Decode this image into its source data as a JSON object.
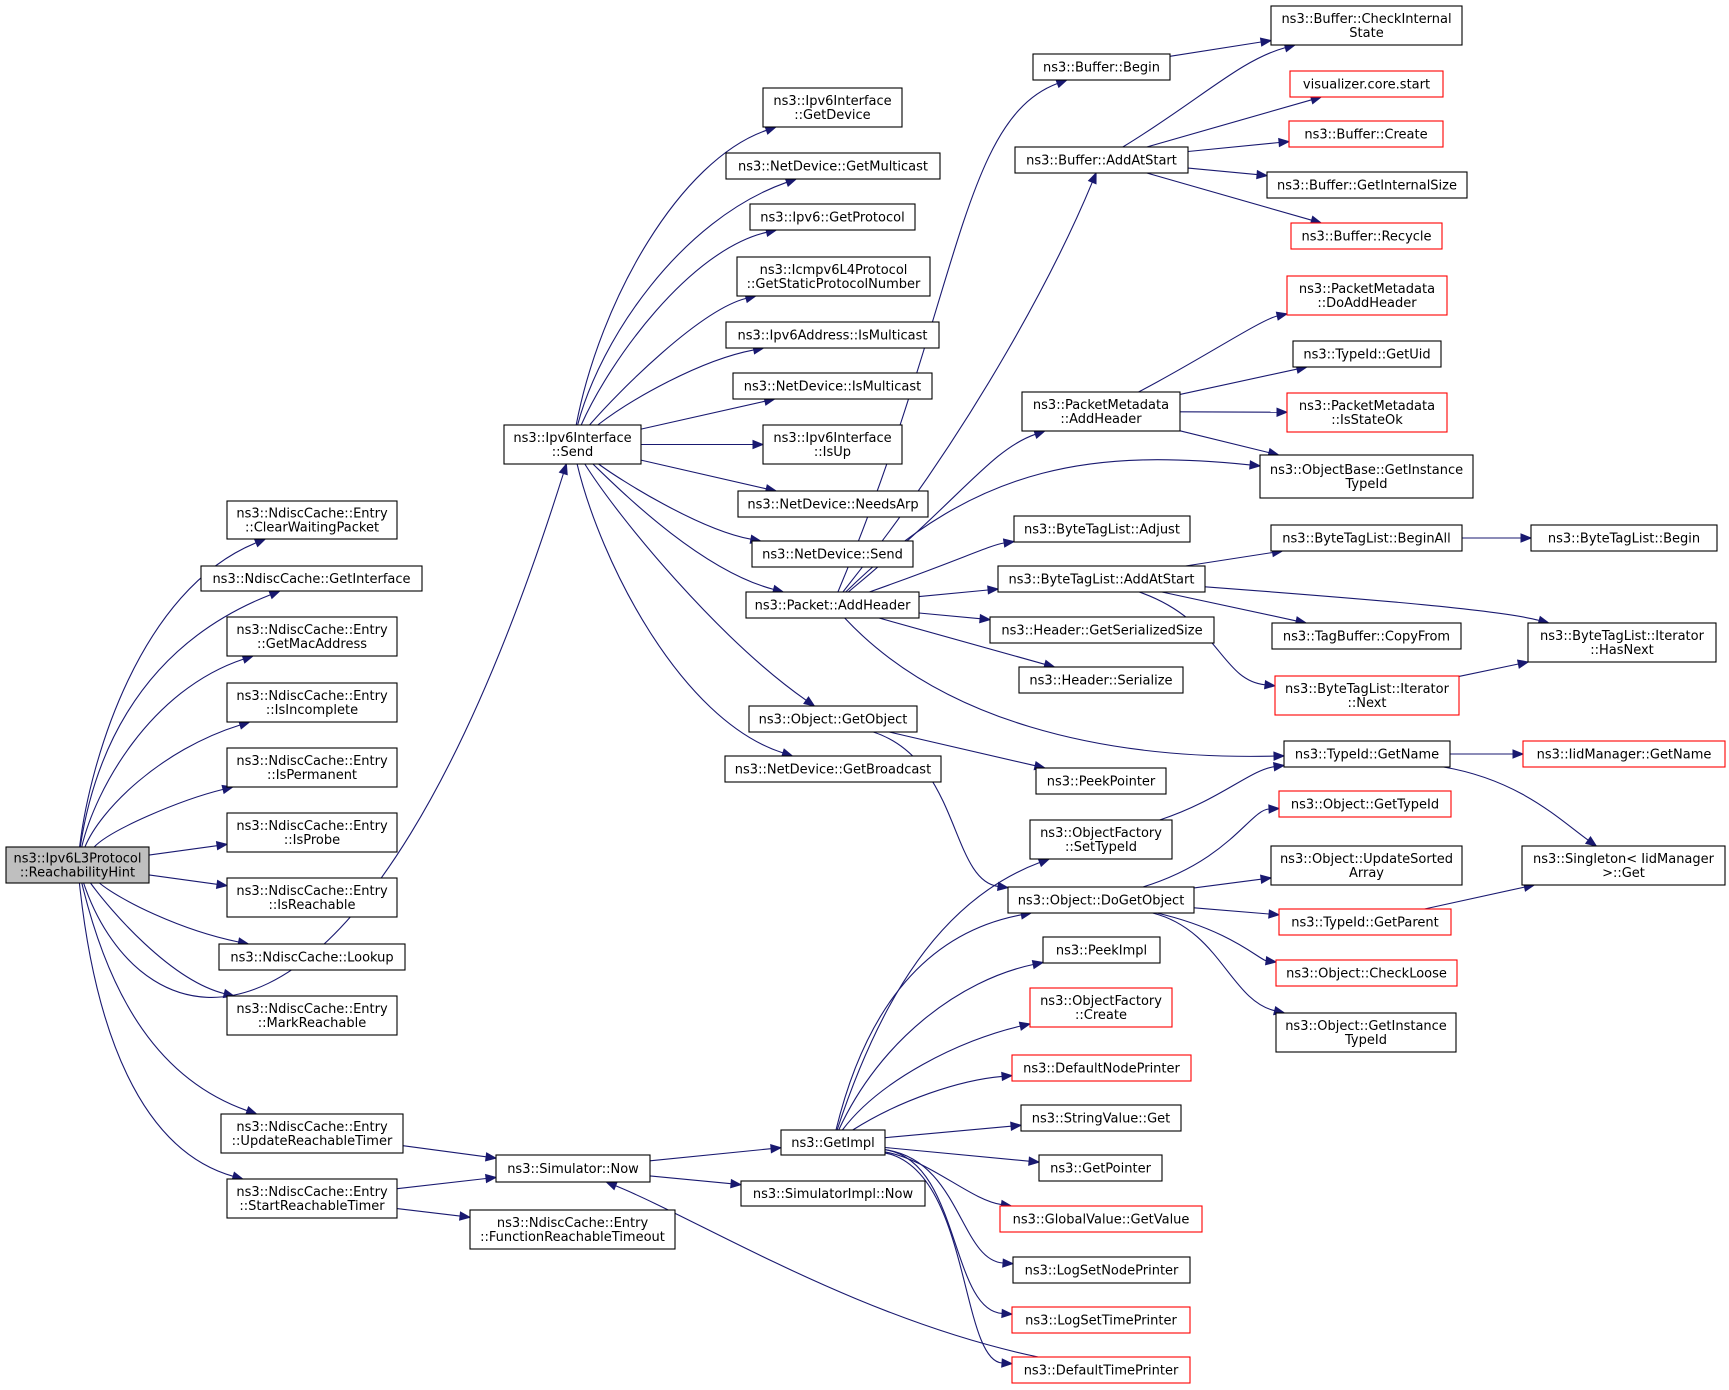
{
  "graph": {
    "colors": {
      "edge": "#191970",
      "root_fill": "#bfbfbf",
      "normal_border": "#000000",
      "truncated_border": "#ff0000"
    },
    "nodes": [
      {
        "id": "root",
        "lines": [
          "ns3::Ipv6L3Protocol",
          "::ReachabilityHint"
        ],
        "style": "root"
      },
      {
        "id": "n_clear",
        "lines": [
          "ns3::NdiscCache::Entry",
          "::ClearWaitingPacket"
        ]
      },
      {
        "id": "n_getif",
        "lines": [
          "ns3::NdiscCache::GetInterface"
        ]
      },
      {
        "id": "n_getmac",
        "lines": [
          "ns3::NdiscCache::Entry",
          "::GetMacAddress"
        ]
      },
      {
        "id": "n_isinc",
        "lines": [
          "ns3::NdiscCache::Entry",
          "::IsIncomplete"
        ]
      },
      {
        "id": "n_isperm",
        "lines": [
          "ns3::NdiscCache::Entry",
          "::IsPermanent"
        ]
      },
      {
        "id": "n_isprobe",
        "lines": [
          "ns3::NdiscCache::Entry",
          "::IsProbe"
        ]
      },
      {
        "id": "n_isreach",
        "lines": [
          "ns3::NdiscCache::Entry",
          "::IsReachable"
        ]
      },
      {
        "id": "n_lookup",
        "lines": [
          "ns3::NdiscCache::Lookup"
        ]
      },
      {
        "id": "n_markreach",
        "lines": [
          "ns3::NdiscCache::Entry",
          "::MarkReachable"
        ]
      },
      {
        "id": "n_updtimer",
        "lines": [
          "ns3::NdiscCache::Entry",
          "::UpdateReachableTimer"
        ]
      },
      {
        "id": "n_starttimer",
        "lines": [
          "ns3::NdiscCache::Entry",
          "::StartReachableTimer"
        ]
      },
      {
        "id": "n_ifsend",
        "lines": [
          "ns3::Ipv6Interface",
          "::Send"
        ]
      },
      {
        "id": "n_simnow",
        "lines": [
          "ns3::Simulator::Now"
        ]
      },
      {
        "id": "n_funcreach",
        "lines": [
          "ns3::NdiscCache::Entry",
          "::FunctionReachableTimeout"
        ]
      },
      {
        "id": "n_ifgetdev",
        "lines": [
          "ns3::Ipv6Interface",
          "::GetDevice"
        ]
      },
      {
        "id": "n_ndgetmc",
        "lines": [
          "ns3::NetDevice::GetMulticast"
        ]
      },
      {
        "id": "n_ipv6getproto",
        "lines": [
          "ns3::Ipv6::GetProtocol"
        ]
      },
      {
        "id": "n_icmpstatic",
        "lines": [
          "ns3::Icmpv6L4Protocol",
          "::GetStaticProtocolNumber"
        ]
      },
      {
        "id": "n_addrismc",
        "lines": [
          "ns3::Ipv6Address::IsMulticast"
        ]
      },
      {
        "id": "n_ndismc",
        "lines": [
          "ns3::NetDevice::IsMulticast"
        ]
      },
      {
        "id": "n_ifisup",
        "lines": [
          "ns3::Ipv6Interface",
          "::IsUp"
        ]
      },
      {
        "id": "n_ndneedsarp",
        "lines": [
          "ns3::NetDevice::NeedsArp"
        ]
      },
      {
        "id": "n_ndsend",
        "lines": [
          "ns3::NetDevice::Send"
        ]
      },
      {
        "id": "n_pktaddhdr",
        "lines": [
          "ns3::Packet::AddHeader"
        ]
      },
      {
        "id": "n_objgetobj",
        "lines": [
          "ns3::Object::GetObject"
        ]
      },
      {
        "id": "n_ndgetbc",
        "lines": [
          "ns3::NetDevice::GetBroadcast"
        ]
      },
      {
        "id": "n_getimpl",
        "lines": [
          "ns3::GetImpl"
        ]
      },
      {
        "id": "n_simimplnow",
        "lines": [
          "ns3::SimulatorImpl::Now"
        ]
      },
      {
        "id": "n_bufbegin",
        "lines": [
          "ns3::Buffer::Begin"
        ]
      },
      {
        "id": "n_bufaddstart",
        "lines": [
          "ns3::Buffer::AddAtStart"
        ]
      },
      {
        "id": "n_pmaddhdr",
        "lines": [
          "ns3::PacketMetadata",
          "::AddHeader"
        ]
      },
      {
        "id": "n_btladjust",
        "lines": [
          "ns3::ByteTagList::Adjust"
        ]
      },
      {
        "id": "n_btladdstart",
        "lines": [
          "ns3::ByteTagList::AddAtStart"
        ]
      },
      {
        "id": "n_hdrgetsize",
        "lines": [
          "ns3::Header::GetSerializedSize"
        ]
      },
      {
        "id": "n_hdrser",
        "lines": [
          "ns3::Header::Serialize"
        ]
      },
      {
        "id": "n_peekptr",
        "lines": [
          "ns3::PeekPointer"
        ]
      },
      {
        "id": "n_ofsettid",
        "lines": [
          "ns3::ObjectFactory",
          "::SetTypeId"
        ]
      },
      {
        "id": "n_objdoget",
        "lines": [
          "ns3::Object::DoGetObject"
        ]
      },
      {
        "id": "n_peekimpl",
        "lines": [
          "ns3::PeekImpl"
        ]
      },
      {
        "id": "n_ofcreate",
        "lines": [
          "ns3::ObjectFactory",
          "::Create"
        ],
        "style": "red"
      },
      {
        "id": "n_defnodeprn",
        "lines": [
          "ns3::DefaultNodePrinter"
        ],
        "style": "red"
      },
      {
        "id": "n_strvalget",
        "lines": [
          "ns3::StringValue::Get"
        ]
      },
      {
        "id": "n_getptr",
        "lines": [
          "ns3::GetPointer"
        ]
      },
      {
        "id": "n_gvgetval",
        "lines": [
          "ns3::GlobalValue::GetValue"
        ],
        "style": "red"
      },
      {
        "id": "n_logsetnode",
        "lines": [
          "ns3::LogSetNodePrinter"
        ]
      },
      {
        "id": "n_logsettime",
        "lines": [
          "ns3::LogSetTimePrinter"
        ],
        "style": "red"
      },
      {
        "id": "n_deftimeprn",
        "lines": [
          "ns3::DefaultTimePrinter"
        ],
        "style": "red"
      },
      {
        "id": "n_bufcheck",
        "lines": [
          "ns3::Buffer::CheckInternal",
          "State"
        ]
      },
      {
        "id": "n_vizstart",
        "lines": [
          "visualizer.core.start"
        ],
        "style": "red"
      },
      {
        "id": "n_bufcreate",
        "lines": [
          "ns3::Buffer::Create"
        ],
        "style": "red"
      },
      {
        "id": "n_bufgetint",
        "lines": [
          "ns3::Buffer::GetInternalSize"
        ]
      },
      {
        "id": "n_bufrecycle",
        "lines": [
          "ns3::Buffer::Recycle"
        ],
        "style": "red"
      },
      {
        "id": "n_pmdoadd",
        "lines": [
          "ns3::PacketMetadata",
          "::DoAddHeader"
        ],
        "style": "red"
      },
      {
        "id": "n_tidgetuid",
        "lines": [
          "ns3::TypeId::GetUid"
        ]
      },
      {
        "id": "n_pmisok",
        "lines": [
          "ns3::PacketMetadata",
          "::IsStateOk"
        ],
        "style": "red"
      },
      {
        "id": "n_obgetinst",
        "lines": [
          "ns3::ObjectBase::GetInstance",
          "TypeId"
        ]
      },
      {
        "id": "n_btlbeginall",
        "lines": [
          "ns3::ByteTagList::BeginAll"
        ]
      },
      {
        "id": "n_tbcopy",
        "lines": [
          "ns3::TagBuffer::CopyFrom"
        ]
      },
      {
        "id": "n_btlitnext",
        "lines": [
          "ns3::ByteTagList::Iterator",
          "::Next"
        ],
        "style": "red"
      },
      {
        "id": "n_tidgetname",
        "lines": [
          "ns3::TypeId::GetName"
        ]
      },
      {
        "id": "n_objgettid",
        "lines": [
          "ns3::Object::GetTypeId"
        ],
        "style": "red"
      },
      {
        "id": "n_objupdsorted",
        "lines": [
          "ns3::Object::UpdateSorted",
          "Array"
        ]
      },
      {
        "id": "n_tidgetparent",
        "lines": [
          "ns3::TypeId::GetParent"
        ],
        "style": "red"
      },
      {
        "id": "n_objcheckloose",
        "lines": [
          "ns3::Object::CheckLoose"
        ],
        "style": "red"
      },
      {
        "id": "n_objgetinst",
        "lines": [
          "ns3::Object::GetInstance",
          "TypeId"
        ]
      },
      {
        "id": "n_btlbegin",
        "lines": [
          "ns3::ByteTagList::Begin"
        ]
      },
      {
        "id": "n_btlithasnext",
        "lines": [
          "ns3::ByteTagList::Iterator",
          "::HasNext"
        ]
      },
      {
        "id": "n_iidgetname",
        "lines": [
          "ns3::IidManager::GetName"
        ],
        "style": "red"
      },
      {
        "id": "n_singleton",
        "lines": [
          "ns3::Singleton< IidManager",
          ">::Get"
        ]
      }
    ]
  }
}
